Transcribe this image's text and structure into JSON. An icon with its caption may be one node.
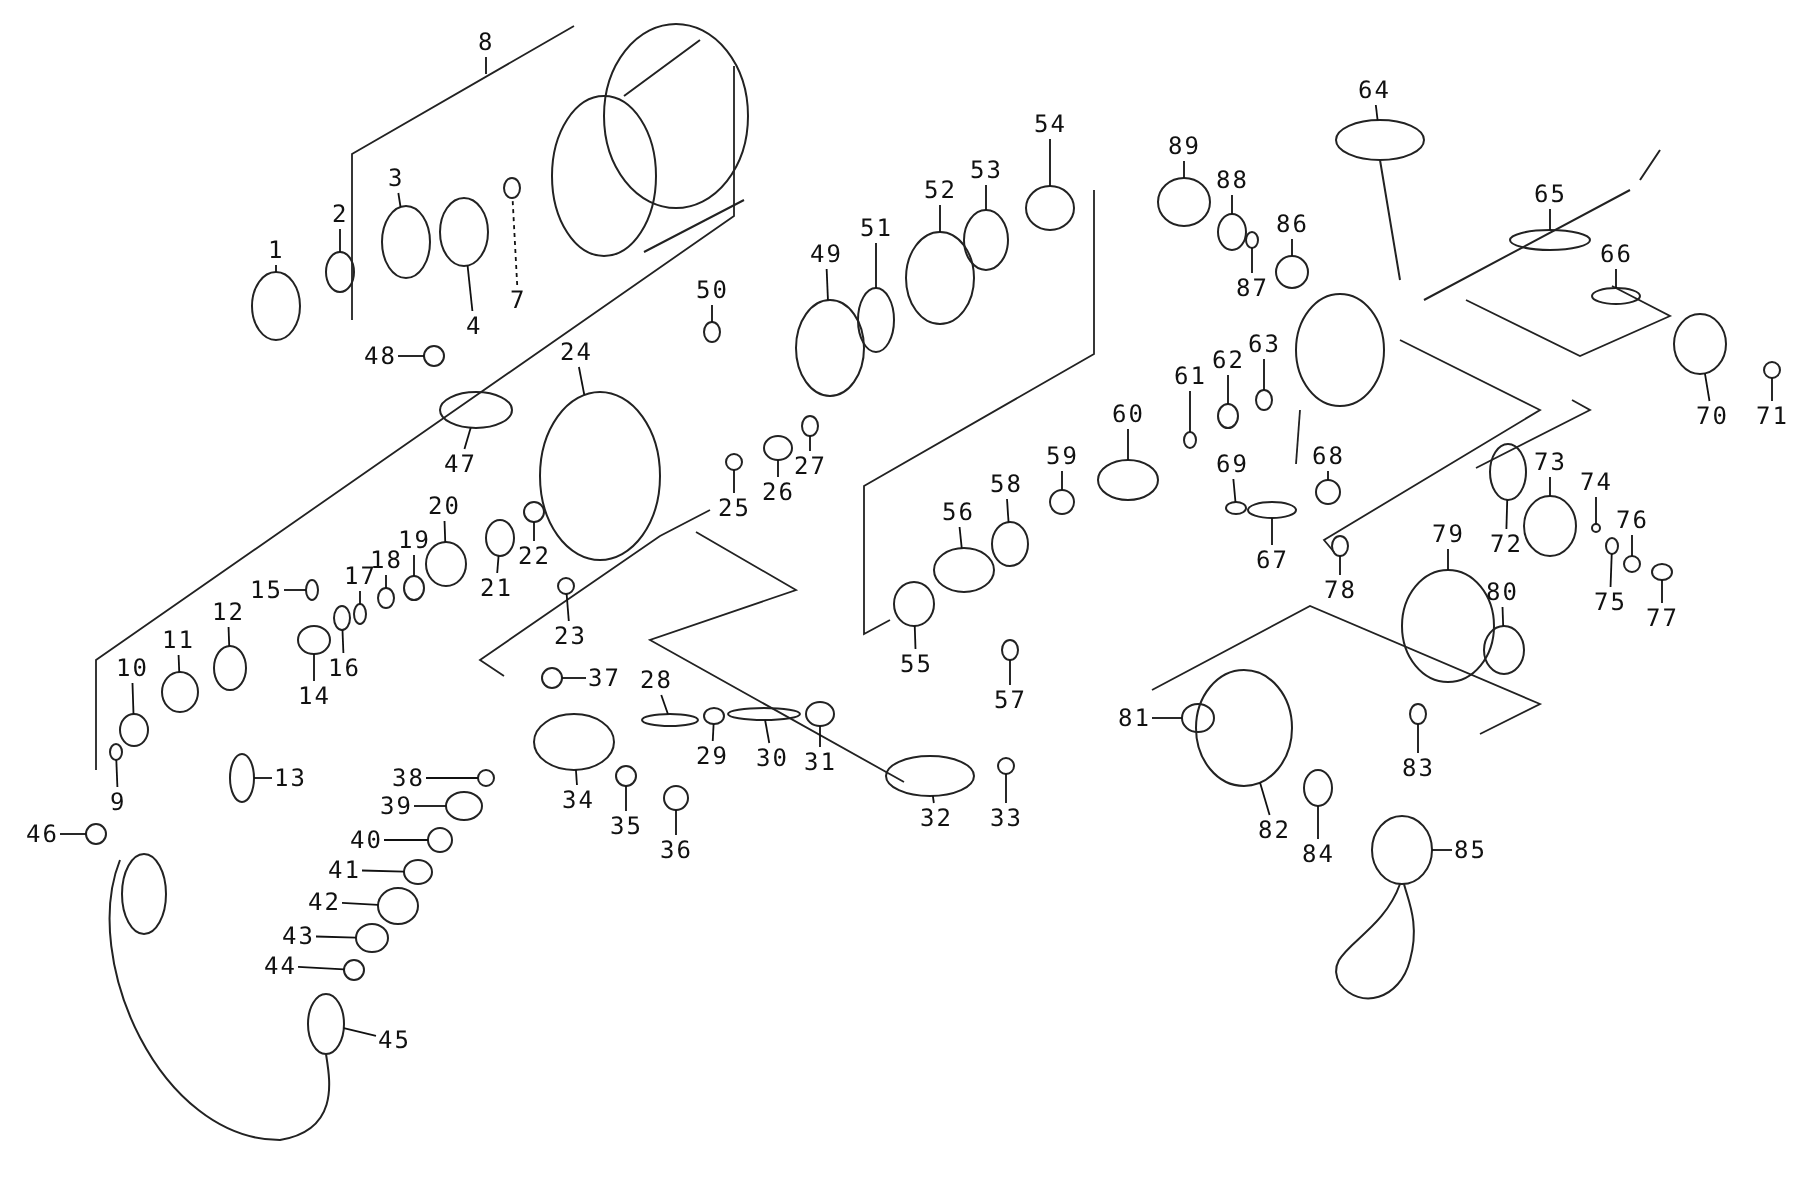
{
  "diagram": {
    "nodes": [
      {
        "text": [
          "1"
        ]
      },
      {
        "text": [
          "2"
        ]
      },
      {
        "text": [
          "3"
        ]
      },
      {
        "text": [
          "4"
        ]
      },
      {
        "text": [
          "7"
        ]
      },
      {
        "text": [
          "8"
        ]
      },
      {
        "text": [
          "9"
        ]
      },
      {
        "text": [
          "10"
        ]
      },
      {
        "text": [
          "11"
        ]
      },
      {
        "text": [
          "12"
        ]
      },
      {
        "text": [
          "13"
        ]
      },
      {
        "text": [
          "14"
        ]
      },
      {
        "text": [
          "15"
        ]
      },
      {
        "text": [
          "16"
        ]
      },
      {
        "text": [
          "17"
        ]
      },
      {
        "text": [
          "18"
        ]
      },
      {
        "text": [
          "19"
        ]
      },
      {
        "text": [
          "20"
        ]
      },
      {
        "text": [
          "21"
        ]
      },
      {
        "text": [
          "22"
        ]
      },
      {
        "text": [
          "23"
        ]
      },
      {
        "text": [
          "24"
        ]
      },
      {
        "text": [
          "25"
        ]
      },
      {
        "text": [
          "26"
        ]
      },
      {
        "text": [
          "27"
        ]
      },
      {
        "text": [
          "28"
        ]
      },
      {
        "text": [
          "29"
        ]
      },
      {
        "text": [
          "30"
        ]
      },
      {
        "text": [
          "31"
        ]
      },
      {
        "text": [
          "32"
        ]
      },
      {
        "text": [
          "33"
        ]
      },
      {
        "text": [
          "34"
        ]
      },
      {
        "text": [
          "35"
        ]
      },
      {
        "text": [
          "36"
        ]
      },
      {
        "text": [
          "37"
        ]
      },
      {
        "text": [
          "38"
        ]
      },
      {
        "text": [
          "39"
        ]
      },
      {
        "text": [
          "40"
        ]
      },
      {
        "text": [
          "41"
        ]
      },
      {
        "text": [
          "42"
        ]
      },
      {
        "text": [
          "43"
        ]
      },
      {
        "text": [
          "44"
        ]
      },
      {
        "text": [
          "45"
        ]
      },
      {
        "text": [
          "46"
        ]
      },
      {
        "text": [
          "47"
        ]
      },
      {
        "text": [
          "48"
        ]
      },
      {
        "text": [
          "49"
        ]
      },
      {
        "text": [
          "50"
        ]
      },
      {
        "text": [
          "51"
        ]
      },
      {
        "text": [
          "52"
        ]
      },
      {
        "text": [
          "53"
        ]
      },
      {
        "text": [
          "54"
        ]
      },
      {
        "text": [
          "55"
        ]
      },
      {
        "text": [
          "56"
        ]
      },
      {
        "text": [
          "57"
        ]
      },
      {
        "text": [
          "58"
        ]
      },
      {
        "text": [
          "59"
        ]
      },
      {
        "text": [
          "60"
        ]
      },
      {
        "text": [
          "61"
        ]
      },
      {
        "text": [
          "62"
        ]
      },
      {
        "text": [
          "63"
        ]
      },
      {
        "text": [
          "64"
        ]
      },
      {
        "text": [
          "65"
        ]
      },
      {
        "text": [
          "66"
        ]
      },
      {
        "text": [
          "67"
        ]
      },
      {
        "text": [
          "68"
        ]
      },
      {
        "text": [
          "69"
        ]
      },
      {
        "text": [
          "70"
        ]
      },
      {
        "text": [
          "71"
        ]
      },
      {
        "text": [
          "72"
        ]
      },
      {
        "text": [
          "73"
        ]
      },
      {
        "text": [
          "74"
        ]
      },
      {
        "text": [
          "75"
        ]
      },
      {
        "text": [
          "76"
        ]
      },
      {
        "text": [
          "77"
        ]
      },
      {
        "text": [
          "78"
        ]
      },
      {
        "text": [
          "79"
        ]
      },
      {
        "text": [
          "80"
        ]
      },
      {
        "text": [
          "81"
        ]
      },
      {
        "text": [
          "82"
        ]
      },
      {
        "text": [
          "83"
        ]
      },
      {
        "text": [
          "84"
        ]
      },
      {
        "text": [
          "85"
        ]
      },
      {
        "text": [
          "86"
        ]
      },
      {
        "text": [
          "87"
        ]
      },
      {
        "text": [
          "88"
        ]
      },
      {
        "text": [
          "89"
        ]
      },
      {
        "text": [],
        "shape": "circle"
      },
      {
        "text": [],
        "shape": "circle"
      },
      {
        "text": [],
        "shape": "circle"
      },
      {
        "text": [],
        "shape": "circle"
      },
      {
        "text": [],
        "shape": "circle"
      },
      {
        "text": [],
        "shape": "circle"
      },
      {
        "text": [],
        "shape": "circle"
      },
      {
        "text": [],
        "shape": "circle"
      },
      {
        "text": [],
        "shape": "circle"
      },
      {
        "text": [],
        "shape": "circle"
      },
      {
        "text": [],
        "shape": "circle"
      },
      {
        "text": [],
        "shape": "circle"
      },
      {
        "text": [],
        "shape": "circle"
      },
      {
        "text": [],
        "shape": "circle"
      },
      {
        "text": [],
        "shape": "circle"
      },
      {
        "text": [],
        "shape": "circle"
      },
      {
        "text": [],
        "shape": "circle"
      },
      {
        "text": [],
        "shape": "circle"
      },
      {
        "text": [],
        "shape": "circle"
      },
      {
        "text": [],
        "shape": "circle"
      },
      {
        "text": [],
        "shape": "circle"
      },
      {
        "text": [],
        "shape": "circle"
      },
      {
        "text": [],
        "shape": "circle"
      },
      {
        "text": [],
        "shape": "circle"
      },
      {
        "text": [],
        "shape": "circle"
      },
      {
        "text": [],
        "shape": "circle"
      },
      {
        "text": [],
        "shape": "circle"
      },
      {
        "text": [],
        "shape": "circle"
      },
      {
        "text": [],
        "shape": "circle"
      },
      {
        "text": [],
        "shape": "circle"
      },
      {
        "text": [],
        "shape": "circle"
      },
      {
        "text": [],
        "shape": "circle"
      },
      {
        "text": [],
        "shape": "circle"
      },
      {
        "text": [],
        "shape": "circle"
      },
      {
        "text": [],
        "shape": "circle"
      },
      {
        "text": [],
        "shape": "circle"
      },
      {
        "text": [],
        "shape": "circle"
      },
      {
        "text": [],
        "shape": "circle"
      },
      {
        "text": [],
        "shape": "circle"
      },
      {
        "text": [],
        "shape": "circle"
      },
      {
        "text": [],
        "shape": "circle"
      },
      {
        "text": [],
        "shape": "circle"
      },
      {
        "text": [],
        "shape": "circle"
      },
      {
        "text": [],
        "shape": "circle"
      },
      {
        "text": [],
        "shape": "circle"
      },
      {
        "text": [],
        "shape": "circle"
      },
      {
        "text": [],
        "shape": "circle"
      },
      {
        "text": [],
        "shape": "circle"
      },
      {
        "text": [],
        "shape": "circle"
      },
      {
        "text": [],
        "shape": "circle"
      },
      {
        "text": [],
        "shape": "circle"
      },
      {
        "text": [],
        "shape": "circle"
      },
      {
        "text": [],
        "shape": "circle"
      },
      {
        "text": [],
        "shape": "circle"
      },
      {
        "text": [],
        "shape": "circle"
      },
      {
        "text": [],
        "shape": "circle"
      },
      {
        "text": [],
        "shape": "circle"
      },
      {
        "text": [],
        "shape": "circle"
      },
      {
        "text": [],
        "shape": "circle"
      },
      {
        "text": [],
        "shape": "circle"
      },
      {
        "text": [],
        "shape": "circle"
      },
      {
        "text": [],
        "shape": "circle"
      },
      {
        "text": [],
        "shape": "circle"
      },
      {
        "text": [],
        "shape": "circle"
      },
      {
        "text": [],
        "shape": "circle"
      },
      {
        "text": [],
        "shape": "circle"
      },
      {
        "text": [],
        "shape": "circle"
      },
      {
        "text": [],
        "shape": "circle"
      },
      {
        "text": [],
        "shape": "circle"
      },
      {
        "text": [],
        "shape": "circle"
      },
      {
        "text": [],
        "shape": "circle"
      },
      {
        "text": [],
        "shape": "circle"
      },
      {
        "text": [],
        "shape": "circle"
      },
      {
        "text": [],
        "shape": "circle"
      },
      {
        "text": [],
        "shape": "circle"
      },
      {
        "text": [],
        "shape": "circle"
      },
      {
        "text": [],
        "shape": "circle"
      },
      {
        "text": [],
        "shape": "circle"
      },
      {
        "text": [],
        "shape": "circle"
      },
      {
        "text": [],
        "shape": "circle"
      },
      {
        "text": [],
        "shape": "circle"
      },
      {
        "text": [],
        "shape": "circle"
      },
      {
        "text": [],
        "shape": "circle"
      },
      {
        "text": [],
        "shape": "circle"
      },
      {
        "text": [],
        "shape": "circle"
      },
      {
        "text": [],
        "shape": "circle"
      }
    ],
    "edges": [
      {
        "from": 0,
        "to": 87,
        "arrow": "none"
      },
      {
        "from": 1,
        "to": 88,
        "arrow": "none"
      },
      {
        "from": 2,
        "to": 89,
        "arrow": "none"
      },
      {
        "from": 3,
        "to": 90,
        "arrow": "none"
      },
      {
        "from": 4,
        "to": 91,
        "arrow": "none",
        "style": "dashed"
      },
      {
        "from": 5,
        "to": null,
        "arrow": "none"
      },
      {
        "from": 6,
        "to": 92,
        "arrow": "none"
      },
      {
        "from": 7,
        "to": 93,
        "arrow": "none"
      },
      {
        "from": 8,
        "to": 94,
        "arrow": "none"
      },
      {
        "from": 9,
        "to": 95,
        "arrow": "none"
      },
      {
        "from": 10,
        "to": 96,
        "arrow": "none"
      },
      {
        "from": 11,
        "to": 97,
        "arrow": "none"
      },
      {
        "from": 12,
        "to": 98,
        "arrow": "none"
      },
      {
        "from": 13,
        "to": 99,
        "arrow": "none"
      },
      {
        "from": 14,
        "to": 100,
        "arrow": "none"
      },
      {
        "from": 15,
        "to": 101,
        "arrow": "none"
      },
      {
        "from": 16,
        "to": 102,
        "arrow": "none"
      },
      {
        "from": 17,
        "to": 103,
        "arrow": "none"
      },
      {
        "from": 18,
        "to": 104,
        "arrow": "none"
      },
      {
        "from": 19,
        "to": 105,
        "arrow": "none"
      },
      {
        "from": 20,
        "to": 106,
        "arrow": "none"
      },
      {
        "from": 21,
        "to": 107,
        "arrow": "none"
      },
      {
        "from": 22,
        "to": 108,
        "arrow": "none"
      },
      {
        "from": 23,
        "to": 109,
        "arrow": "none"
      },
      {
        "from": 24,
        "to": 110,
        "arrow": "none"
      },
      {
        "from": 25,
        "to": 111,
        "arrow": "none"
      },
      {
        "from": 26,
        "to": 112,
        "arrow": "none"
      },
      {
        "from": 27,
        "to": 113,
        "arrow": "none"
      },
      {
        "from": 28,
        "to": 114,
        "arrow": "none"
      },
      {
        "from": 29,
        "to": 115,
        "arrow": "none"
      },
      {
        "from": 30,
        "to": 116,
        "arrow": "none"
      },
      {
        "from": 31,
        "to": 117,
        "arrow": "none"
      },
      {
        "from": 32,
        "to": 118,
        "arrow": "none"
      },
      {
        "from": 33,
        "to": 119,
        "arrow": "none"
      },
      {
        "from": 34,
        "to": 120,
        "arrow": "none"
      },
      {
        "from": 35,
        "to": 121,
        "arrow": "none"
      },
      {
        "from": 36,
        "to": 122,
        "arrow": "none"
      },
      {
        "from": 37,
        "to": 123,
        "arrow": "none"
      },
      {
        "from": 38,
        "to": 124,
        "arrow": "none"
      },
      {
        "from": 39,
        "to": 125,
        "arrow": "none"
      },
      {
        "from": 40,
        "to": 126,
        "arrow": "none"
      },
      {
        "from": 41,
        "to": 127,
        "arrow": "none"
      },
      {
        "from": 42,
        "to": 128,
        "arrow": "none"
      },
      {
        "from": 43,
        "to": 129,
        "arrow": "none"
      },
      {
        "from": 44,
        "to": 130,
        "arrow": "none"
      },
      {
        "from": 45,
        "to": 131,
        "arrow": "none"
      },
      {
        "from": 46,
        "to": 132,
        "arrow": "none"
      },
      {
        "from": 47,
        "to": 133,
        "arrow": "none"
      },
      {
        "from": 48,
        "to": 134,
        "arrow": "none"
      },
      {
        "from": 49,
        "to": 135,
        "arrow": "none"
      },
      {
        "from": 50,
        "to": 136,
        "arrow": "none"
      },
      {
        "from": 51,
        "to": 137,
        "arrow": "none"
      },
      {
        "from": 52,
        "to": 138,
        "arrow": "none"
      },
      {
        "from": 53,
        "to": 139,
        "arrow": "none"
      },
      {
        "from": 54,
        "to": 140,
        "arrow": "none"
      },
      {
        "from": 55,
        "to": 141,
        "arrow": "none"
      },
      {
        "from": 56,
        "to": 142,
        "arrow": "none"
      },
      {
        "from": 57,
        "to": 143,
        "arrow": "none"
      },
      {
        "from": 58,
        "to": 144,
        "arrow": "none"
      },
      {
        "from": 59,
        "to": 145,
        "arrow": "none"
      },
      {
        "from": 60,
        "to": 146,
        "arrow": "none"
      },
      {
        "from": 61,
        "to": 147,
        "arrow": "none"
      },
      {
        "from": 62,
        "to": 148,
        "arrow": "none"
      },
      {
        "from": 63,
        "to": 149,
        "arrow": "none"
      },
      {
        "from": 64,
        "to": 150,
        "arrow": "none"
      },
      {
        "from": 65,
        "to": 151,
        "arrow": "none"
      },
      {
        "from": 66,
        "to": 152,
        "arrow": "none"
      },
      {
        "from": 67,
        "to": 153,
        "arrow": "none"
      },
      {
        "from": 68,
        "to": 154,
        "arrow": "none"
      },
      {
        "from": 69,
        "to": 155,
        "arrow": "none"
      },
      {
        "from": 70,
        "to": 156,
        "arrow": "none"
      },
      {
        "from": 71,
        "to": 157,
        "arrow": "none"
      },
      {
        "from": 72,
        "to": 158,
        "arrow": "none"
      },
      {
        "from": 73,
        "to": 159,
        "arrow": "none"
      },
      {
        "from": 74,
        "to": 160,
        "arrow": "none"
      },
      {
        "from": 75,
        "to": 161,
        "arrow": "none"
      },
      {
        "from": 76,
        "to": 162,
        "arrow": "none"
      },
      {
        "from": 77,
        "to": 163,
        "arrow": "none"
      },
      {
        "from": 78,
        "to": 164,
        "arrow": "none"
      },
      {
        "from": 79,
        "to": 165,
        "arrow": "none"
      },
      {
        "from": 80,
        "to": 166,
        "arrow": "none"
      },
      {
        "from": 81,
        "to": 167,
        "arrow": "none"
      },
      {
        "from": 82,
        "to": 168,
        "arrow": "none"
      },
      {
        "from": 83,
        "to": 169,
        "arrow": "none"
      },
      {
        "from": 84,
        "to": 170,
        "arrow": "none"
      },
      {
        "from": 85,
        "to": 171,
        "arrow": "none"
      },
      {
        "from": 86,
        "to": 172,
        "arrow": "none"
      }
    ]
  }
}
